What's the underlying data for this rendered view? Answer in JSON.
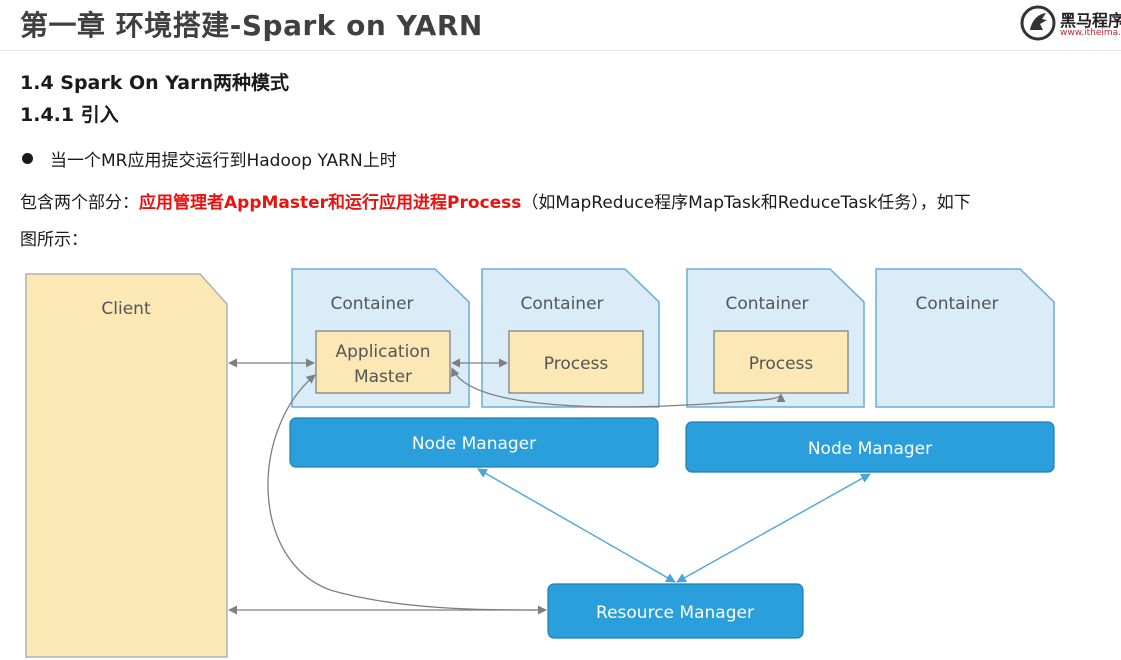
{
  "header": {
    "title": "第一章 环境搭建-Spark on YARN",
    "logo_cn": "黑马程序员",
    "logo_url": "www.itheima.com"
  },
  "section": {
    "heading": "1.4 Spark On Yarn两种模式",
    "subheading": "1.4.1 引入"
  },
  "content": {
    "bullet": "当一个MR应用提交运行到Hadoop YARN上时",
    "para_prefix": "包含两个部分：",
    "para_highlight": "应用管理者AppMaster和运行应用进程Process",
    "para_suffix": "（如MapReduce程序MapTask和ReduceTask任务），如下",
    "para_line2": "图所示："
  },
  "diagram": {
    "client": "Client",
    "container_label": "Container",
    "app_master_line1": "Application",
    "app_master_line2": "Master",
    "process_label": "Process",
    "node_manager_label": "Node Manager",
    "resource_manager_label": "Resource Manager",
    "colors": {
      "client_fill": "#fbe8b5",
      "container_fill": "#d9ecf8",
      "inner_fill": "#fbe8b5",
      "manager_fill": "#2a9fdc",
      "arrow_blue": "#4aa6d9",
      "arrow_gray": "#7f7f7f"
    }
  }
}
